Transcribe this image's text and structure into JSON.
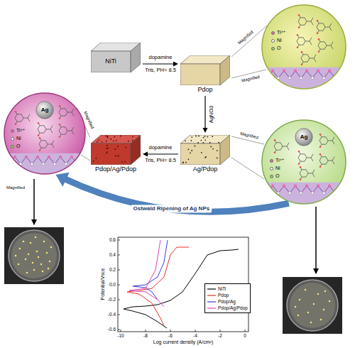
{
  "diagram": {
    "nodes": [
      {
        "text": [
          "NiTi"
        ]
      },
      {
        "text": [
          "Pdop"
        ]
      },
      {
        "text": [
          "Ti⁴⁺",
          "Ni",
          "O"
        ]
      },
      {
        "text": [
          "Ti⁴⁺",
          "Ni",
          "O"
        ]
      },
      {
        "text": [
          "Ag"
        ],
        "in": 3
      },
      {
        "text": [
          "Pdop/Ag/Pdop"
        ]
      },
      {
        "text": [
          "Ag/Pdop"
        ]
      },
      {
        "text": [
          "Ti⁴⁺",
          "Ni",
          "O"
        ]
      },
      {
        "text": [
          "Ag"
        ],
        "in": 7
      }
    ],
    "edges": [
      {
        "from": 0,
        "to": 1,
        "arrow": "to",
        "label": "dopamine"
      },
      {
        "from": 1,
        "to": 6,
        "arrow": "to",
        "label": "AgNO3"
      },
      {
        "from": 6,
        "to": 5,
        "arrow": "to",
        "label": "dopamine"
      },
      {
        "from": 7,
        "to": 3,
        "arrow": "to",
        "label": "Ostwald Ripening of Ag NPs"
      }
    ],
    "labels": [
      "Tris, PH= 8.5",
      "Tris, PH= 8.5",
      "Magnified",
      "Magnified",
      "Magnified",
      "Magnified",
      "Magnified",
      "Potential/Vsce",
      "Log current density (A/cm²)",
      "0.6",
      "0.4",
      "0.2",
      "0.0",
      "-0.2",
      "-0.4",
      "-0.6",
      "-10",
      "-8",
      "-6",
      "-4",
      "-2",
      "0"
    ],
    "legend": [
      {
        "text": "NiTi"
      },
      {
        "text": "Pdop"
      },
      {
        "text": "Pdop/Ag"
      },
      {
        "text": "Pdop/Ag/Pdop"
      }
    ]
  }
}
